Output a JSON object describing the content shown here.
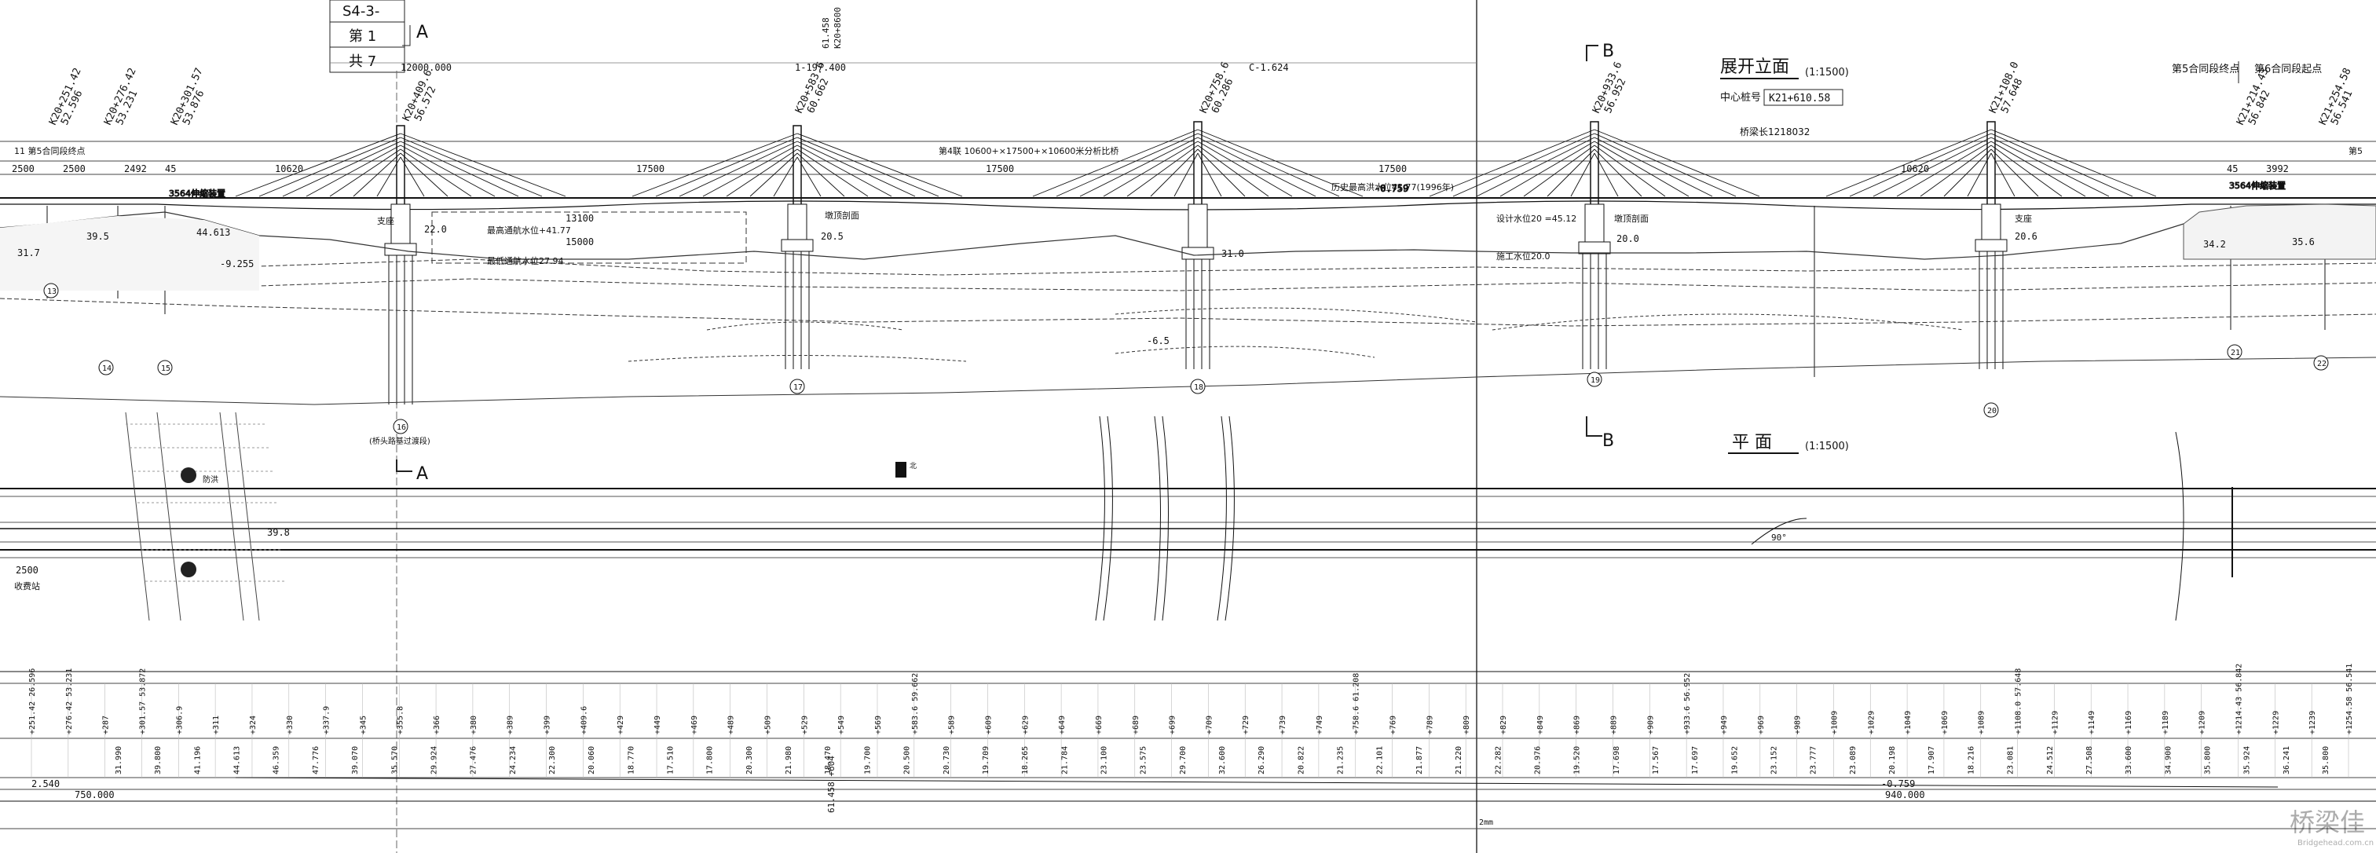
{
  "header": {
    "sheet_code": "S4-3-",
    "sheet_no_label": "第  1",
    "sheet_total_label": "共  7",
    "section_a": "A",
    "section_b": "B"
  },
  "elevation": {
    "title": "展开立面",
    "scale": "(1:1500)",
    "center_station_label": "中心桩号",
    "center_station": "K21+610.58",
    "bridge_length_label": "桥梁长1218032",
    "span_layout": "第4联 10600+×17500+×10600米分析比桥",
    "joint_labels": [
      "第5合同段终点",
      "第6合同段起点"
    ],
    "top_left_elev": "12000.000",
    "top_right_elev": "C-1.624",
    "top_mid_elev": "1-197.400",
    "top_mid_station_a": "61.458",
    "top_mid_station_b": "K20+8600",
    "span_dims": [
      "2500",
      "2500",
      "2492",
      "45",
      "10620",
      "17500",
      "17500",
      "17500",
      "10620",
      "45",
      "3992"
    ],
    "tower_stations": [
      {
        "sta": "K20+409.6",
        "elev": "56.572"
      },
      {
        "sta": "K20+583.6",
        "elev": "60.662"
      },
      {
        "sta": "K20+758.6",
        "elev": "60.286"
      },
      {
        "sta": "K20+933.6",
        "elev": "56.952"
      },
      {
        "sta": "K21+108.0",
        "elev": "57.648"
      }
    ],
    "left_stations": [
      {
        "sta": "K20+251.42",
        "elev": "52.596"
      },
      {
        "sta": "K20+276.42",
        "elev": "53.231"
      },
      {
        "sta": "K20+301.57",
        "elev": "53.876"
      }
    ],
    "right_stations": [
      {
        "sta": "K21+214.43",
        "elev": "56.842"
      },
      {
        "sta": "K21+254.58",
        "elev": "56.541"
      }
    ],
    "pier_numbers": [
      "13",
      "14",
      "15",
      "16",
      "17",
      "18",
      "19",
      "20",
      "21",
      "22"
    ],
    "notes": {
      "design_water": "最高通航水位+41.77",
      "low_water": "最低通航水位27.94",
      "hist_water": "历史最高洪水位41.77(1996年)",
      "clearance_width": "13100",
      "clearance_inner": "15000",
      "design_flow": "设计水位20 =45.12",
      "const_water": "施工水位20.0",
      "pier_top": "墩顶剖面",
      "bearing": "支座",
      "slope": "-0.759",
      "left_bearing": "3564伸缩装置",
      "right_bearing": "3564伸缩装置",
      "elev_44": "44.613",
      "elev_39": "39.5",
      "elev_31": "31.7",
      "elev_22": "22.0",
      "elev_20": "20.5",
      "elev_31b": "31.0",
      "elev_20b": "20.0",
      "elev_20c": "20.6",
      "elev_34": "34.2",
      "elev_35": "35.6",
      "elev_9": "-9.255",
      "elev_6": "-6.5",
      "abut_note": "(桥头路基过渡段)"
    },
    "top_ruler_left": "11 第5合同段终点",
    "top_ruler_right": "第5"
  },
  "plan": {
    "title": "平 面",
    "scale": "(1:1500)",
    "section_a": "A",
    "section_b": "B",
    "left_ruler": "2500",
    "left_note": "收费站",
    "dam_label": "防洪",
    "elev_39": "39.8",
    "angle": "90°",
    "north_label": "北"
  },
  "profile_table": {
    "station_row": [
      "+251.42 26.596",
      "+276.42 53.231",
      "+287",
      "+301.57 53.872",
      "+306.9",
      "+311",
      "+324",
      "+330",
      "+337.9",
      "+345",
      "+355.8",
      "+366",
      "+380",
      "+389",
      "+399",
      "+409.6",
      "+429",
      "+449",
      "+469",
      "+489",
      "+509",
      "+529",
      "+549",
      "+569",
      "+583.6 59.662",
      "+589",
      "+609",
      "+629",
      "+649",
      "+669",
      "+689",
      "+699",
      "+709",
      "+729",
      "+739",
      "+749",
      "+758.6 61.208",
      "+769",
      "+789",
      "+809",
      "+829",
      "+849",
      "+869",
      "+889",
      "+909",
      "+933.6 56.952",
      "+949",
      "+969",
      "+989",
      "+1009",
      "+1029",
      "+1049",
      "+1069",
      "+1089",
      "+1108.0 57.648",
      "+1129",
      "+1149",
      "+1169",
      "+1189",
      "+1209",
      "+1214.43 56.842",
      "+1229",
      "+1239",
      "+1254.58 56.541"
    ],
    "ground_row": [
      "31.990",
      "39.800",
      "41.196",
      "44.613",
      "46.359",
      "47.776",
      "39.070",
      "35.570",
      "29.924",
      "27.476",
      "24.234",
      "22.300",
      "20.060",
      "18.770",
      "17.510",
      "17.800",
      "20.300",
      "21.980",
      "18.470",
      "19.700",
      "20.500",
      "20.730",
      "19.709",
      "18.265",
      "21.784",
      "23.100",
      "23.575",
      "29.700",
      "32.600",
      "26.290",
      "20.822",
      "21.235",
      "22.101",
      "21.877",
      "21.220",
      "22.282",
      "20.976",
      "19.520",
      "17.698",
      "17.567",
      "17.697",
      "19.652",
      "23.152",
      "23.777",
      "23.089",
      "20.198",
      "17.907",
      "18.216",
      "23.081",
      "24.512",
      "27.508",
      "33.600",
      "34.900",
      "35.800",
      "35.924",
      "36.241",
      "35.800"
    ],
    "grade_left": "2.540",
    "grade_right": "-0.759",
    "length_left": "750.000",
    "length_right": "940.000",
    "mid_station": "61.458 +604",
    "bottom_note": "2mm"
  },
  "watermark": {
    "cn": "桥梁佳",
    "en": "Bridgehead.com.cn"
  }
}
